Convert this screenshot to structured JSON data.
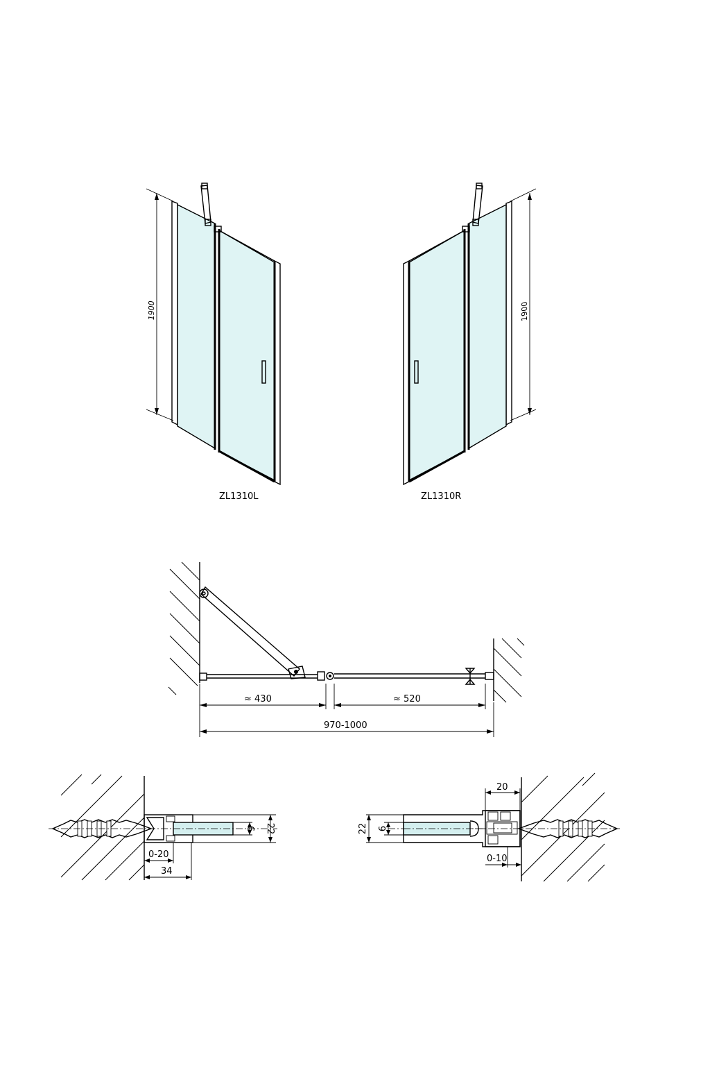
{
  "views": {
    "left_label": "ZL1310L",
    "right_label": "ZL1310R",
    "left_height": "1900",
    "right_height": "1900"
  },
  "plan": {
    "dim_fixed": "≈ 430",
    "dim_door": "≈ 520",
    "dim_total": "970-1000"
  },
  "details": {
    "left_glass": "6",
    "left_profile": "22",
    "left_adjust": "0-20",
    "left_width": "34",
    "right_top": "20",
    "right_profile": "22",
    "right_glass": "6",
    "right_adjust": "0-10"
  },
  "colors": {
    "glass": "#dff4f4",
    "line": "#000000"
  }
}
